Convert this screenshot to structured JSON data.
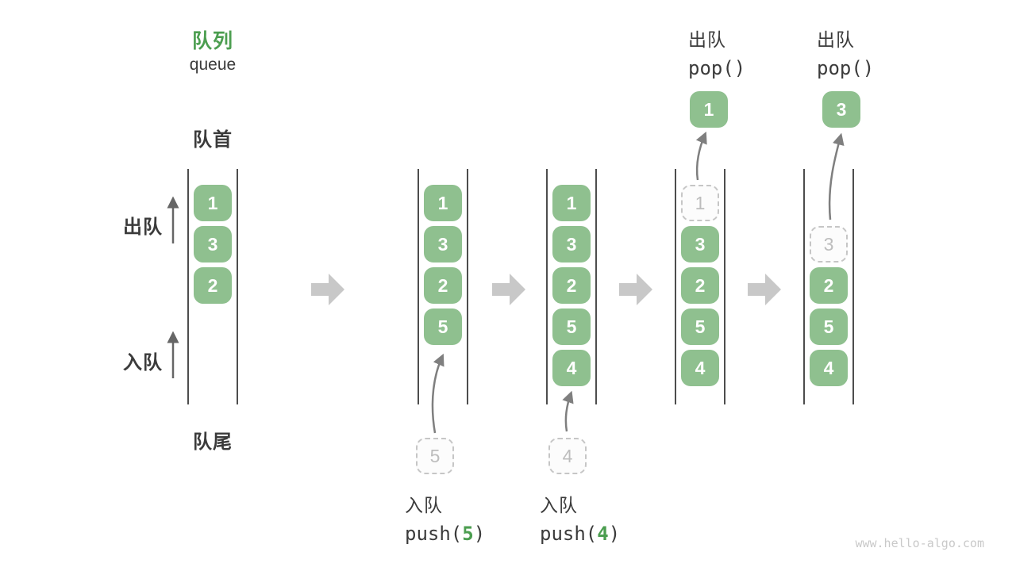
{
  "title": {
    "zh": "队列",
    "en": "queue"
  },
  "side_labels": {
    "front": "队首",
    "rear": "队尾",
    "dequeue": "出队",
    "enqueue": "入队"
  },
  "watermark": "www.hello-algo.com",
  "colors": {
    "title_green": "#4c9e50",
    "box_green": "#8fc08f",
    "box_number": "#ffffff",
    "text_dark": "#3b3b3b",
    "queue_wall": "#4d4d4d",
    "step_arrow_gray": "#c8c8c8",
    "move_arrow_gray": "#7f7f7f",
    "side_arrow_gray": "#666666",
    "dashed_border": "#c6c6c6",
    "dashed_fill": "#fcfcfc",
    "dashed_number": "#bdbdbd",
    "watermark_gray": "#c9c9c9"
  },
  "states": [
    {
      "name": "state-1-initial",
      "boxes": [
        {
          "value": "1",
          "style": "solid",
          "slot": 0
        },
        {
          "value": "3",
          "style": "solid",
          "slot": 1
        },
        {
          "value": "2",
          "style": "solid",
          "slot": 2
        }
      ]
    },
    {
      "name": "state-2-after-push-5",
      "boxes": [
        {
          "value": "1",
          "style": "solid",
          "slot": 0
        },
        {
          "value": "3",
          "style": "solid",
          "slot": 1
        },
        {
          "value": "2",
          "style": "solid",
          "slot": 2
        },
        {
          "value": "5",
          "style": "solid",
          "slot": 3
        }
      ],
      "incoming": {
        "value": "5"
      },
      "label": {
        "action": "入队",
        "code": "push(5)",
        "arg": "5"
      }
    },
    {
      "name": "state-3-after-push-4",
      "boxes": [
        {
          "value": "1",
          "style": "solid",
          "slot": 0
        },
        {
          "value": "3",
          "style": "solid",
          "slot": 1
        },
        {
          "value": "2",
          "style": "solid",
          "slot": 2
        },
        {
          "value": "5",
          "style": "solid",
          "slot": 3
        },
        {
          "value": "4",
          "style": "solid",
          "slot": 4
        }
      ],
      "incoming": {
        "value": "4"
      },
      "label": {
        "action": "入队",
        "code": "push(4)",
        "arg": "4"
      }
    },
    {
      "name": "state-4-after-pop-1",
      "boxes": [
        {
          "value": "1",
          "style": "dashed",
          "slot": 0
        },
        {
          "value": "3",
          "style": "solid",
          "slot": 1
        },
        {
          "value": "2",
          "style": "solid",
          "slot": 2
        },
        {
          "value": "5",
          "style": "solid",
          "slot": 3
        },
        {
          "value": "4",
          "style": "solid",
          "slot": 4
        }
      ],
      "outgoing": {
        "value": "1"
      },
      "label": {
        "action": "出队",
        "code": "pop()"
      }
    },
    {
      "name": "state-5-after-pop-3",
      "boxes": [
        {
          "value": "3",
          "style": "dashed",
          "slot": 1
        },
        {
          "value": "2",
          "style": "solid",
          "slot": 2
        },
        {
          "value": "5",
          "style": "solid",
          "slot": 3
        },
        {
          "value": "4",
          "style": "solid",
          "slot": 4
        }
      ],
      "outgoing": {
        "value": "3"
      },
      "label": {
        "action": "出队",
        "code": "pop()"
      }
    }
  ]
}
